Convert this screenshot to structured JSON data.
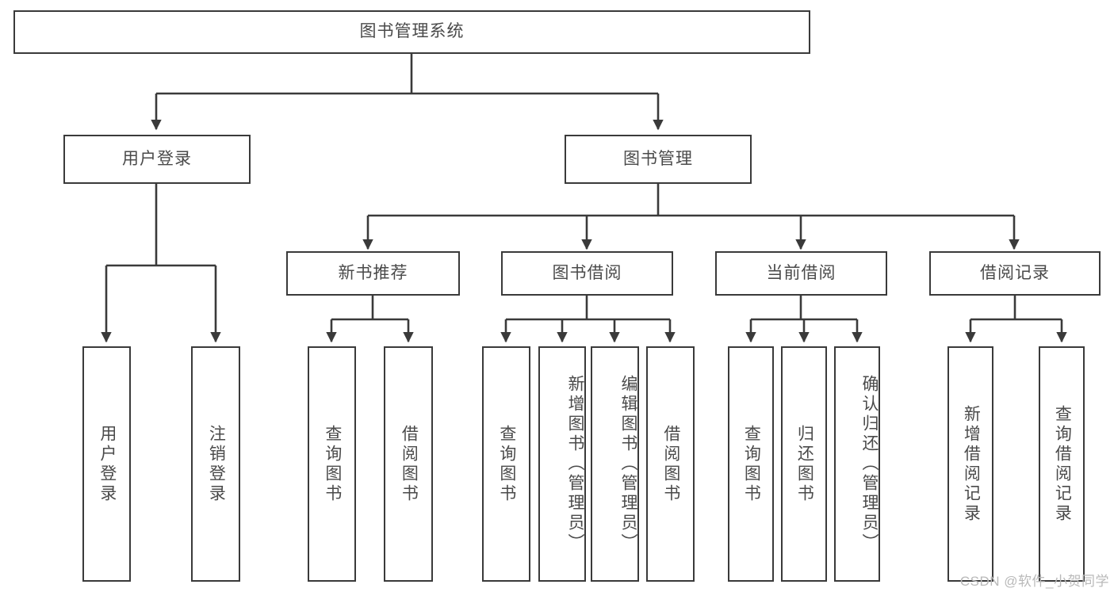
{
  "diagram": {
    "type": "tree-hierarchy",
    "title": "图书管理系统",
    "watermark": "CSDN @软件_小贺同学",
    "colors": {
      "stroke": "#3a3a3a",
      "text": "#4a4a4a",
      "background": "#ffffff",
      "watermark": "#b9b9b9"
    },
    "nodes": {
      "root": {
        "label": "图书管理系统",
        "level": 1,
        "orientation": "horizontal"
      },
      "l2": [
        {
          "id": "user-login",
          "label": "用户登录",
          "level": 2,
          "orientation": "horizontal"
        },
        {
          "id": "book-manage",
          "label": "图书管理",
          "level": 2,
          "orientation": "horizontal"
        }
      ],
      "l3": [
        {
          "id": "new-book-rec",
          "label": "新书推荐",
          "level": 3,
          "orientation": "horizontal"
        },
        {
          "id": "book-borrow",
          "label": "图书借阅",
          "level": 3,
          "orientation": "horizontal"
        },
        {
          "id": "current-borrow",
          "label": "当前借阅",
          "level": 3,
          "orientation": "horizontal"
        },
        {
          "id": "borrow-record",
          "label": "借阅记录",
          "level": 3,
          "orientation": "horizontal"
        }
      ],
      "leaves": [
        {
          "id": "leaf-user-login",
          "label": "用户登录",
          "parent": "user-login",
          "orientation": "vertical"
        },
        {
          "id": "leaf-user-logout",
          "label": "注销登录",
          "parent": "user-login",
          "orientation": "vertical"
        },
        {
          "id": "leaf-rec-query",
          "label": "查询图书",
          "parent": "new-book-rec",
          "orientation": "vertical"
        },
        {
          "id": "leaf-rec-borrow",
          "label": "借阅图书",
          "parent": "new-book-rec",
          "orientation": "vertical"
        },
        {
          "id": "leaf-borrow-query",
          "label": "查询图书",
          "parent": "book-borrow",
          "orientation": "vertical"
        },
        {
          "id": "leaf-borrow-add",
          "label": "新增图书（管理员）",
          "parent": "book-borrow",
          "orientation": "vertical"
        },
        {
          "id": "leaf-borrow-edit",
          "label": "编辑图书（管理员）",
          "parent": "book-borrow",
          "orientation": "vertical"
        },
        {
          "id": "leaf-borrow-lend",
          "label": "借阅图书",
          "parent": "book-borrow",
          "orientation": "vertical"
        },
        {
          "id": "leaf-cur-query",
          "label": "查询图书",
          "parent": "current-borrow",
          "orientation": "vertical"
        },
        {
          "id": "leaf-cur-return",
          "label": "归还图书",
          "parent": "current-borrow",
          "orientation": "vertical"
        },
        {
          "id": "leaf-cur-confirm",
          "label": "确认归还（管理员）",
          "parent": "current-borrow",
          "orientation": "vertical"
        },
        {
          "id": "leaf-rec-add",
          "label": "新增借阅记录",
          "parent": "borrow-record",
          "orientation": "vertical"
        },
        {
          "id": "leaf-rec-search",
          "label": "查询借阅记录",
          "parent": "borrow-record",
          "orientation": "vertical"
        }
      ]
    }
  }
}
